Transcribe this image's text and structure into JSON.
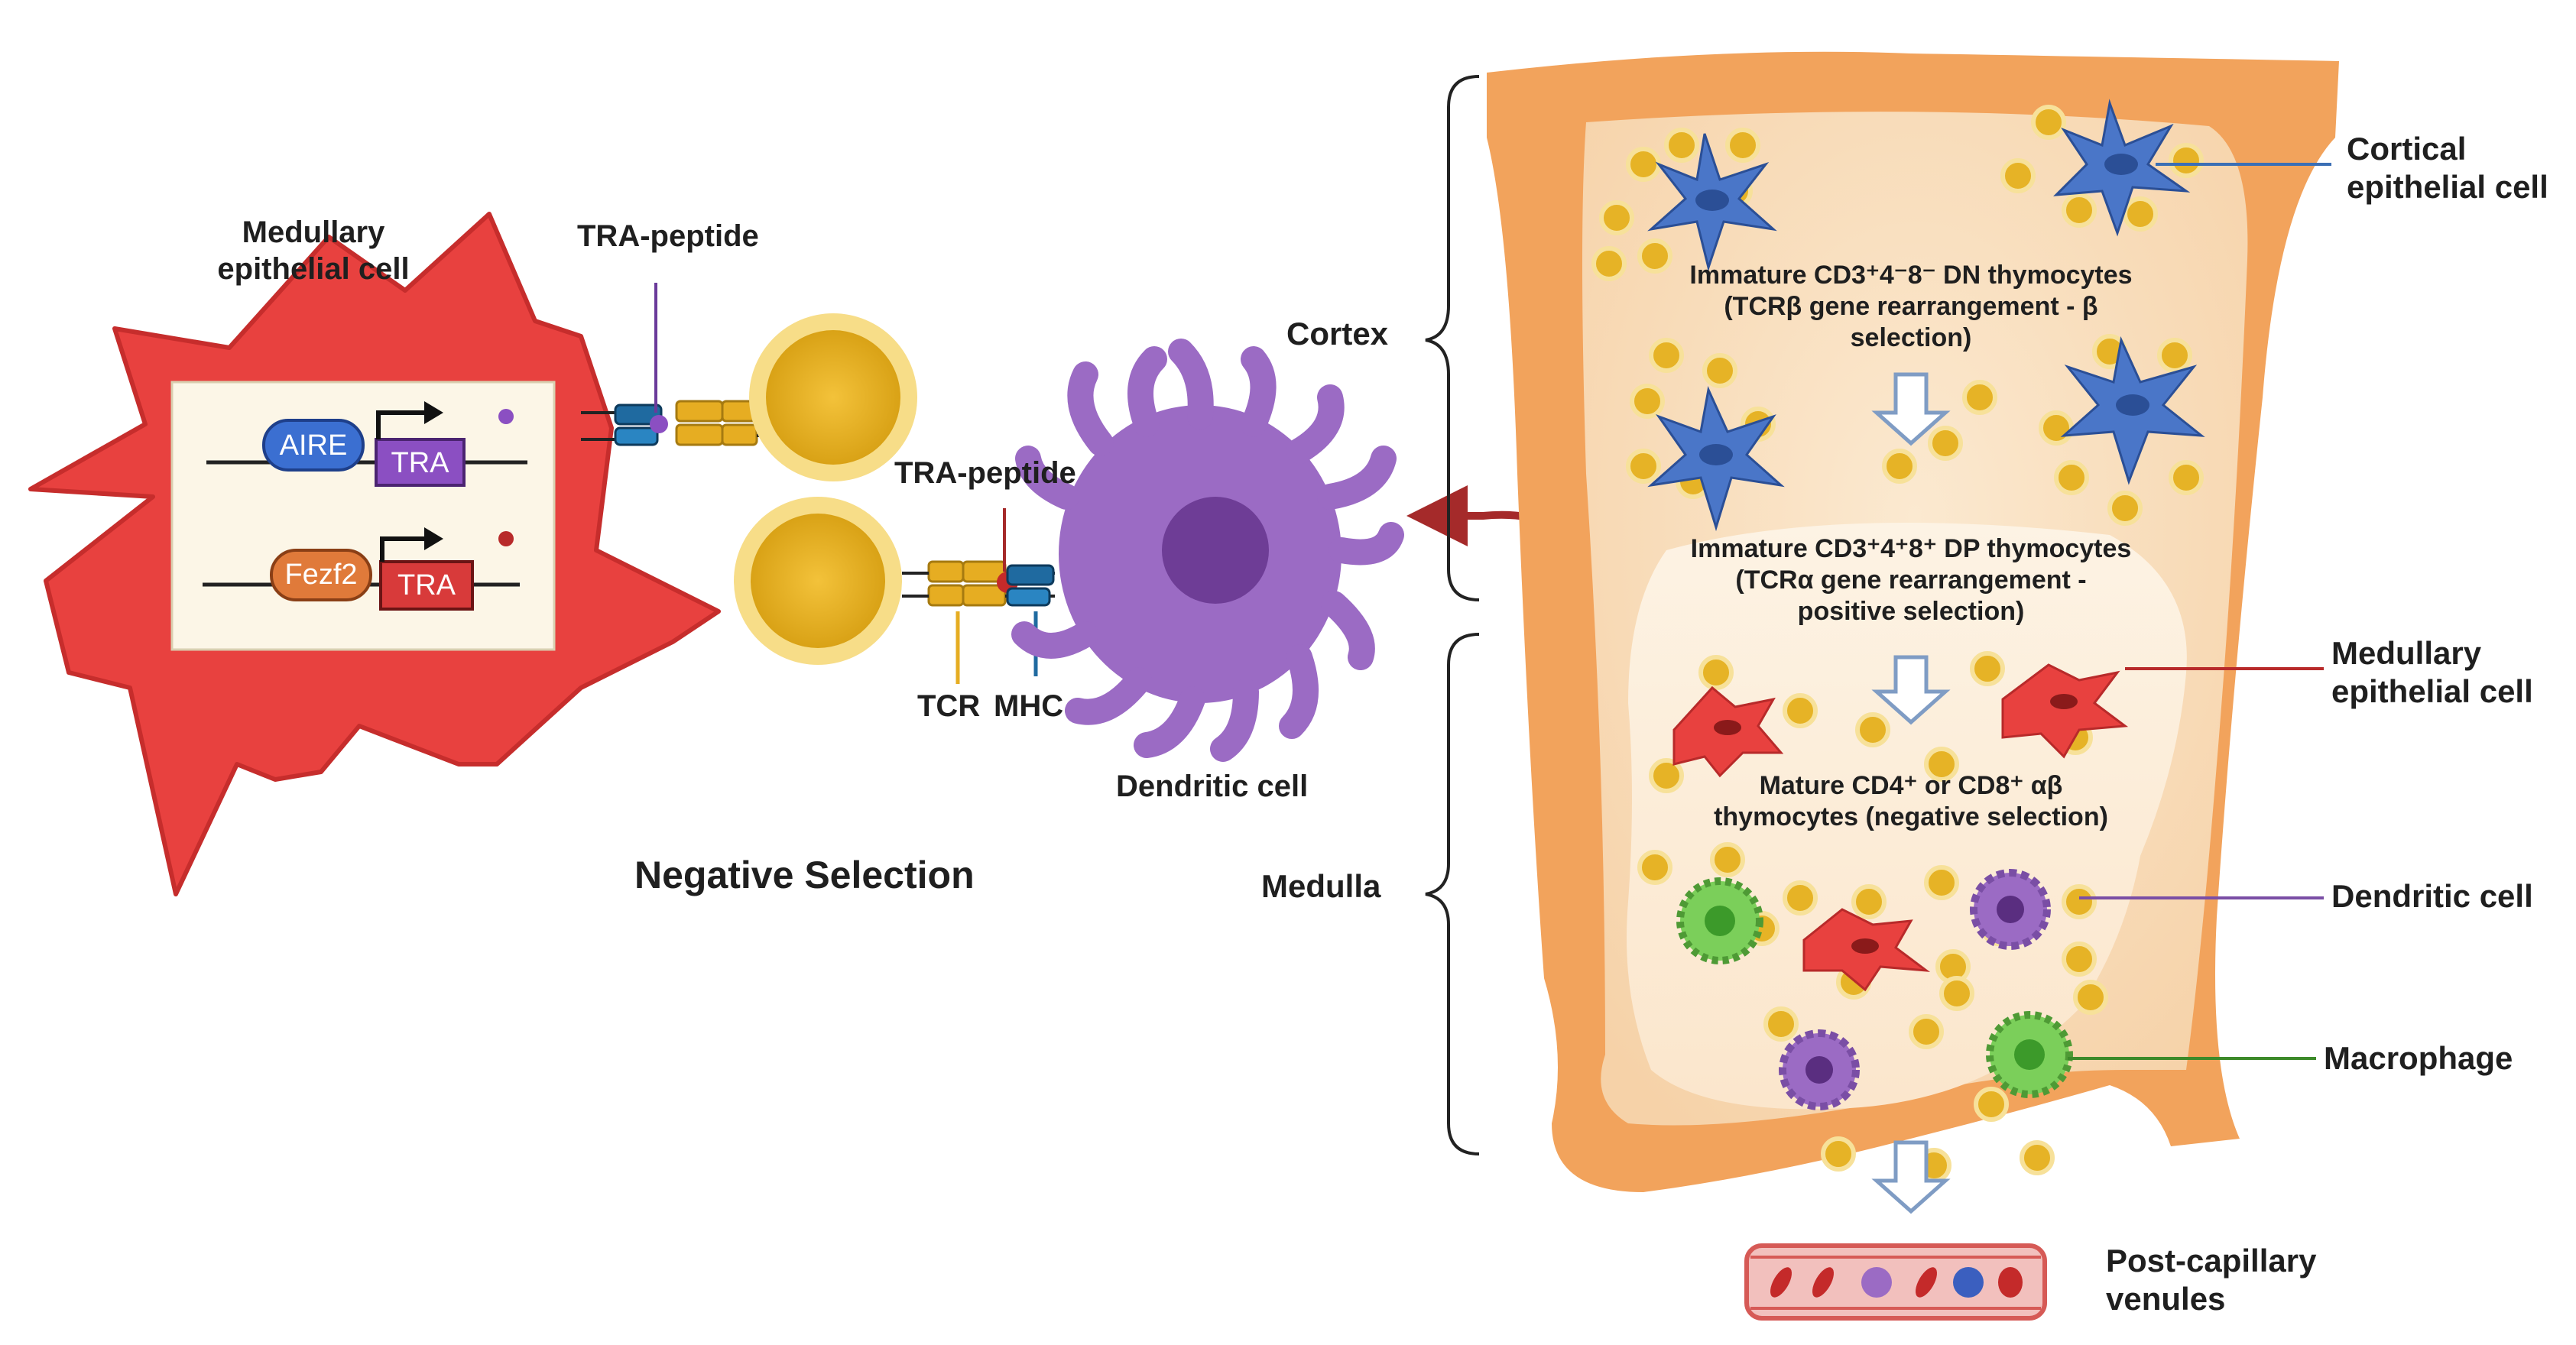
{
  "left_panel": {
    "mec_title_line1": "Medullary",
    "mec_title_line2": "epithelial cell",
    "tra_peptide_top": "TRA-peptide",
    "tra_peptide_mid": "TRA-peptide",
    "gene1_factor": "AIRE",
    "gene1_target": "TRA",
    "gene2_factor": "Fezf2",
    "gene2_target": "TRA",
    "tcr_label": "TCR",
    "mhc_label": "MHC",
    "dendritic_label": "Dendritic cell",
    "title": "Negative Selection"
  },
  "thymus": {
    "cortex_label": "Cortex",
    "medulla_label": "Medulla",
    "stage1_line1": "Immature CD3⁺4⁻8⁻ DN thymocytes",
    "stage1_line2": "(TCRβ gene rearrangement - β",
    "stage1_line3": "selection)",
    "stage2_line1": "Immature CD3⁺4⁺8⁺ DP thymocytes",
    "stage2_line2": "(TCRα gene rearrangement -",
    "stage2_line3": "positive selection)",
    "stage3_line1": "Mature CD4⁺ or CD8⁺ αβ",
    "stage3_line2": "thymocytes (negative selection)"
  },
  "legend": {
    "cortical_line1": "Cortical",
    "cortical_line2": "epithelial cell",
    "medullary_line1": "Medullary",
    "medullary_line2": "epithelial cell",
    "dendritic": "Dendritic cell",
    "macrophage": "Macrophage",
    "venules_line1": "Post-capillary",
    "venules_line2": "venules"
  },
  "colors": {
    "medullary_epithelial": "#e8413f",
    "thymocyte": "#e6b326",
    "dendritic": "#9b6bc4",
    "cortical_epithelial": "#4a76c8",
    "macrophage": "#7bcf5a",
    "thymus_wall": "#f2a35c"
  }
}
